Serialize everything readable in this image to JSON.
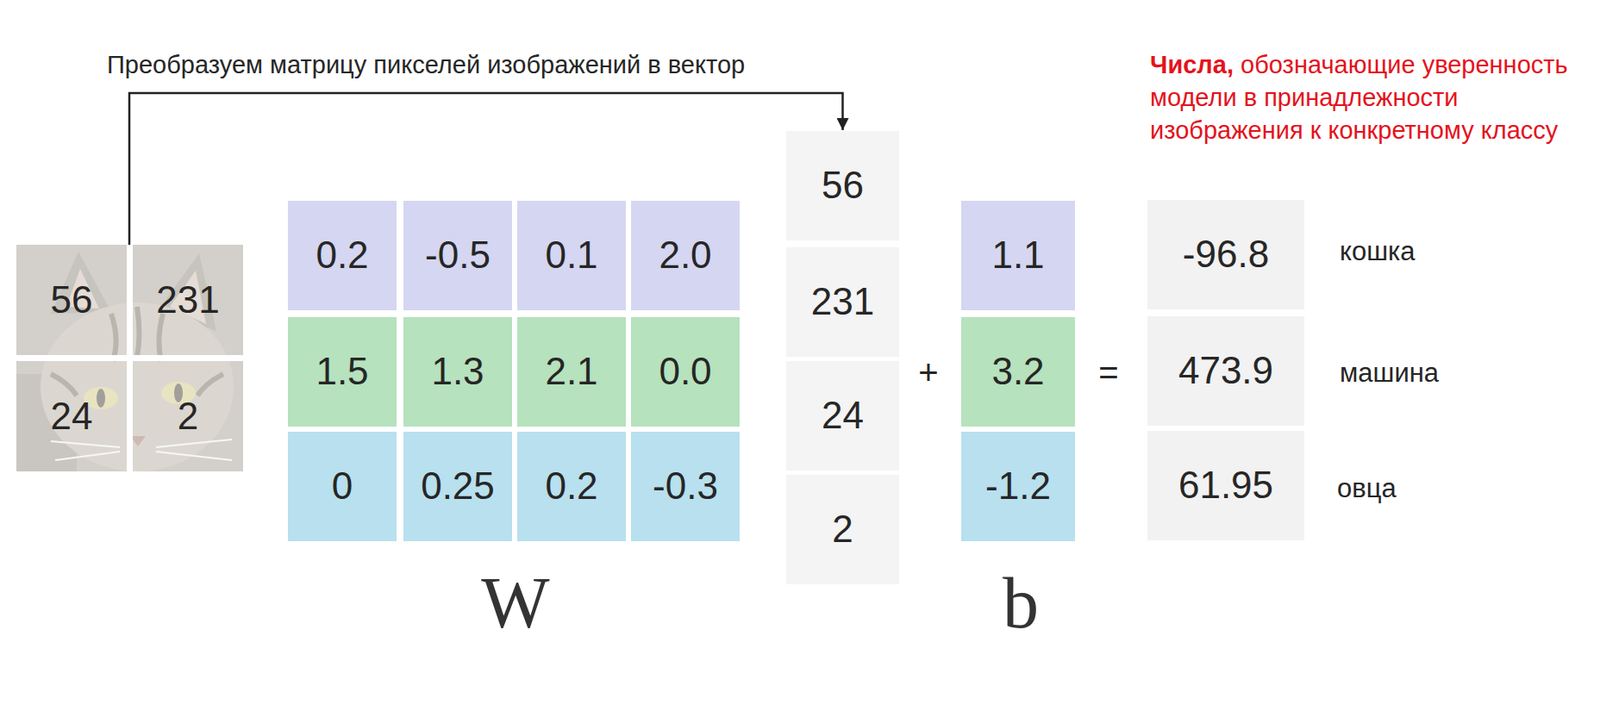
{
  "diagram": {
    "nodes": [
      {
        "text": [
          "56"
        ]
      },
      {
        "text": [
          "231"
        ]
      },
      {
        "text": [
          "24"
        ]
      },
      {
        "text": [
          "2"
        ]
      },
      {
        "text": [
          "0.2"
        ]
      },
      {
        "text": [
          "-0.5"
        ]
      },
      {
        "text": [
          "0.1"
        ]
      },
      {
        "text": [
          "2.0"
        ]
      },
      {
        "text": [
          "1.5"
        ]
      },
      {
        "text": [
          "1.3"
        ]
      },
      {
        "text": [
          "2.1"
        ]
      },
      {
        "text": [
          "0.0"
        ]
      },
      {
        "text": [
          "0"
        ]
      },
      {
        "text": [
          "0.25"
        ]
      },
      {
        "text": [
          "0.2"
        ]
      },
      {
        "text": [
          "-0.3"
        ]
      },
      {
        "text": [
          "56"
        ]
      },
      {
        "text": [
          "231"
        ]
      },
      {
        "text": [
          "24"
        ]
      },
      {
        "text": [
          "2"
        ]
      },
      {
        "text": [
          "1.1"
        ]
      },
      {
        "text": [
          "3.2"
        ]
      },
      {
        "text": [
          "-1.2"
        ]
      },
      {
        "text": [
          "-96.8"
        ]
      },
      {
        "text": [
          "473.9"
        ]
      },
      {
        "text": [
          "61.95"
        ]
      }
    ],
    "edges": [
      {
        "from": 0,
        "to": 16,
        "arrow": "to",
        "label": "Преобразуем матрицу пикселей изображений в вектор"
      }
    ],
    "labels": [
      "Числа,",
      "обозначающие уверенность модели в принадлежности изображения к конкретному классу",
      "кошка",
      "машина",
      "овца",
      "+",
      "=",
      "W",
      "b"
    ]
  }
}
